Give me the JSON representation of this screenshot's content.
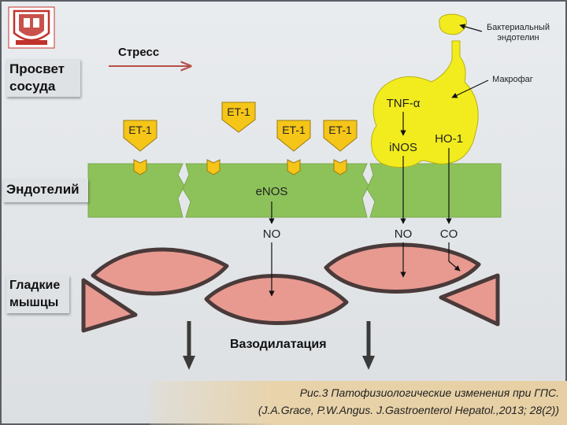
{
  "labels": {
    "lumen": [
      "Просвет",
      "сосуда"
    ],
    "stress": "Стресс",
    "endothelium": "Эндотелий",
    "smooth_muscle": [
      "Гладкие",
      "мышцы"
    ],
    "vasodilation": "Вазодилатация",
    "bacterial_endothelin": [
      "Бактериальный",
      "эндотелин"
    ],
    "macrophage": "Макрофаг"
  },
  "molecules": {
    "et1": "ET-1",
    "enos": "eNOS",
    "no": "NO",
    "inos": "iNOS",
    "tnf": "TNF-α",
    "ho1": "HO-1",
    "co": "CO"
  },
  "caption": {
    "line1": "Рис.3 Патофизиологические изменения при ГПС.",
    "line2": "(J.A.Grace, P.W.Angus. J.Gastroenterol Hepatol.,2013; 28(2))"
  },
  "colors": {
    "endothelium_green": "#8dc25a",
    "muscle_pink": "#e89a90",
    "muscle_outline": "#4a3a3a",
    "et1_yellow": "#f5c518",
    "macrophage_yellow": "#f2ec1e",
    "stress_arrow": "#b5504a",
    "caption_bg": "#e6cfa3",
    "logo_red": "#c0332c"
  },
  "icons": {
    "logo": "university-crest-icon"
  }
}
